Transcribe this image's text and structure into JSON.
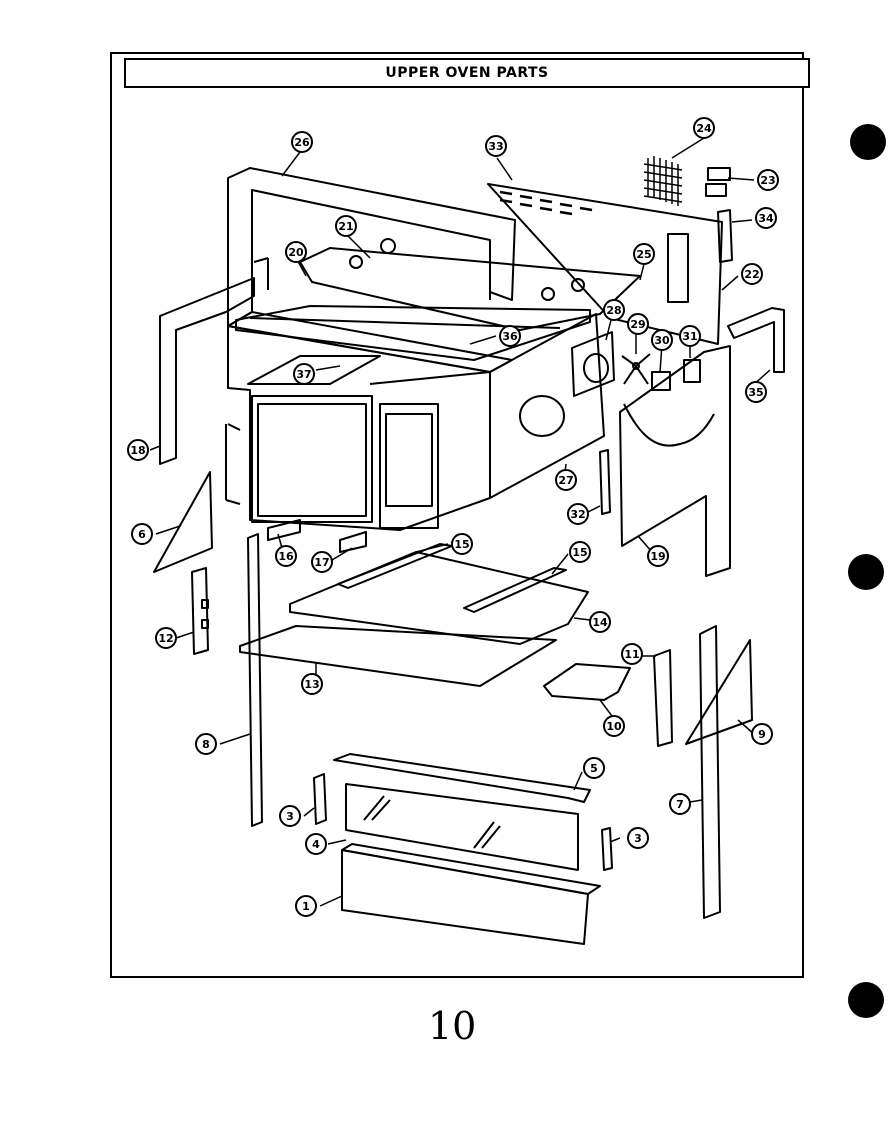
{
  "title": "UPPER OVEN PARTS",
  "page_number": "10",
  "callouts": [
    "1",
    "3",
    "3",
    "4",
    "5",
    "6",
    "7",
    "8",
    "9",
    "10",
    "11",
    "12",
    "13",
    "14",
    "15",
    "15",
    "16",
    "17",
    "18",
    "19",
    "20",
    "21",
    "22",
    "23",
    "24",
    "25",
    "26",
    "27",
    "28",
    "29",
    "30",
    "31",
    "32",
    "33",
    "34",
    "35",
    "36",
    "37"
  ]
}
